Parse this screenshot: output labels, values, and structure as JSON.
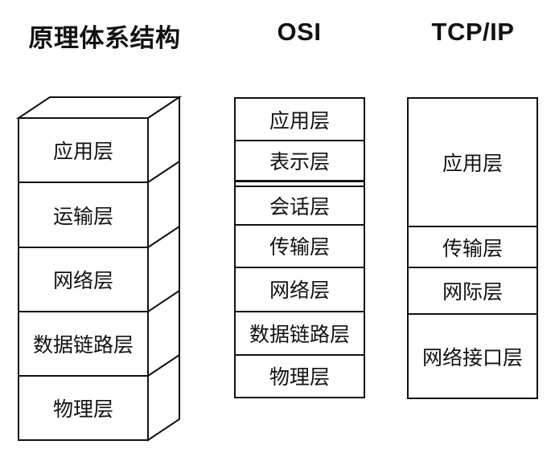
{
  "columns": {
    "principle": {
      "title": "原理体系结构",
      "layers": [
        "应用层",
        "运输层",
        "网络层",
        "数据链路层",
        "物理层"
      ]
    },
    "osi": {
      "title": "OSI",
      "layers": [
        "应用层",
        "表示层",
        "会话层",
        "传输层",
        "网络层",
        "数据链路层",
        "物理层"
      ]
    },
    "tcpip": {
      "title": "TCP/IP",
      "layers": [
        "应用层",
        "传输层",
        "网际层",
        "网络接口层"
      ]
    }
  },
  "colors": {
    "line": "#111111",
    "text": "#111111",
    "background": "#ffffff"
  }
}
